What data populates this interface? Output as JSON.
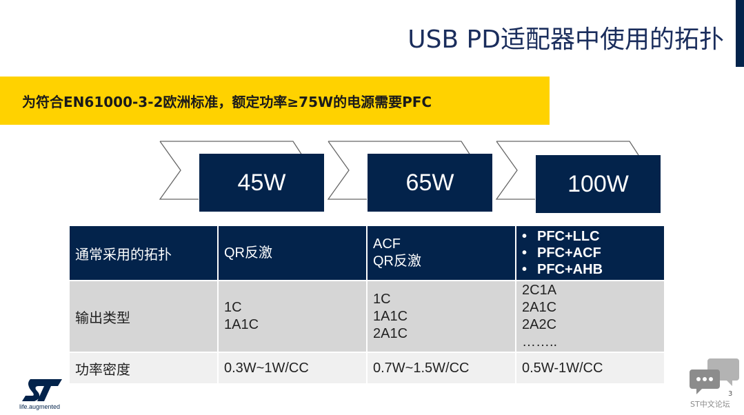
{
  "title": "USB PD适配器中使用的拓扑",
  "banner": "为符合EN61000-3-2欧洲标准，额定功率≥75W的电源需要PFC",
  "power_levels": [
    "45W",
    "65W",
    "100W"
  ],
  "table": {
    "rows": [
      {
        "label": "通常采用的拓扑",
        "col1": [
          "QR反激"
        ],
        "col2": [
          "ACF",
          "QR反激"
        ],
        "col3": [
          "PFC+LLC",
          "PFC+ACF",
          "PFC+AHB"
        ]
      },
      {
        "label": "输出类型",
        "col1": [
          "1C",
          "1A1C"
        ],
        "col2": [
          "1C",
          "1A1C",
          "2A1C"
        ],
        "col3": [
          "2C1A",
          "2A1C",
          "2A2C",
          "…….."
        ]
      },
      {
        "label": "功率密度",
        "col1": [
          "0.3W~1W/CC"
        ],
        "col2": [
          "0.7W~1.5W/CC"
        ],
        "col3": [
          "0.5W-1W/CC"
        ]
      }
    ]
  },
  "footer": {
    "tagline": "life.augmented",
    "page_number": "3",
    "forum": "ST中文论坛"
  },
  "colors": {
    "navy": "#03234b",
    "yellow": "#ffd200"
  }
}
